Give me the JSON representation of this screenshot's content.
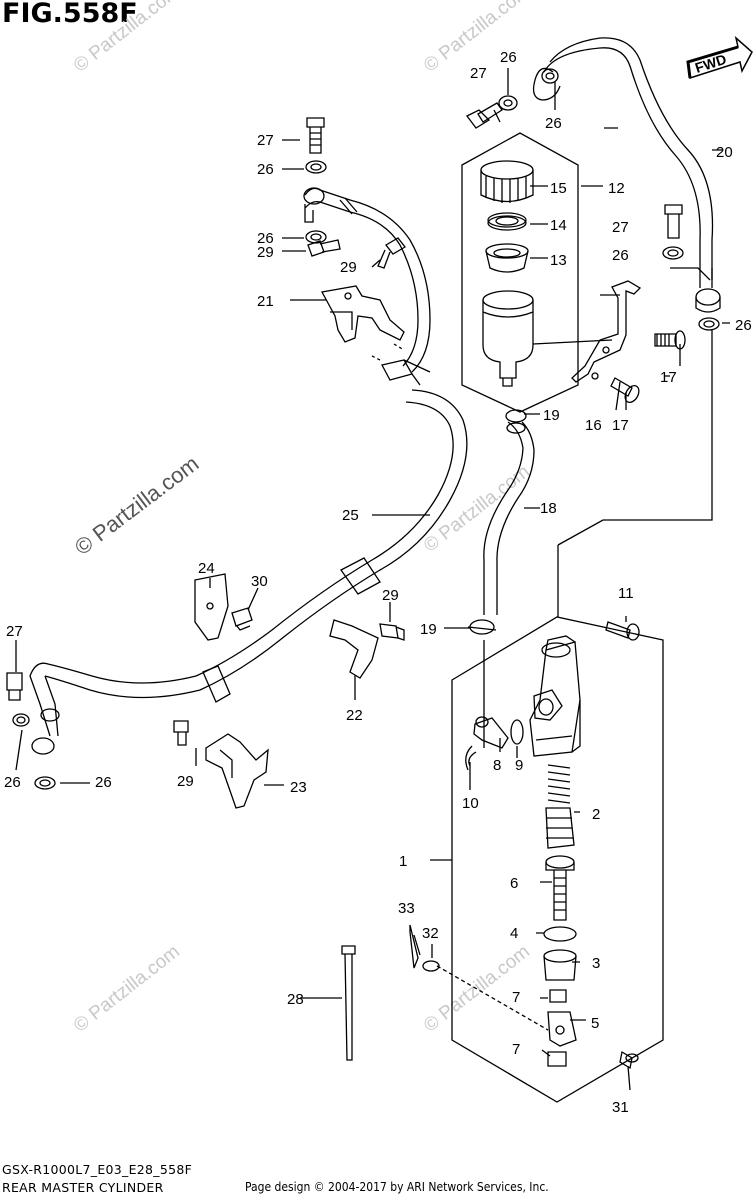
{
  "figure": {
    "title": "FIG.558F"
  },
  "watermark": {
    "text": "© Partzilla.com"
  },
  "direction_label": "FWD",
  "footer": {
    "model_code": "GSX-R1000L7_E03_E28_558F",
    "assembly_name": "REAR MASTER CYLINDER",
    "copyright": "Page design © 2004-2017 by ARI Network Services, Inc."
  },
  "callouts": {
    "c1": "1",
    "c2": "2",
    "c3": "3",
    "c4": "4",
    "c5": "5",
    "c6": "6",
    "c7a": "7",
    "c7b": "7",
    "c8": "8",
    "c9": "9",
    "c10": "10",
    "c11": "11",
    "c12": "12",
    "c13": "13",
    "c14": "14",
    "c15": "15",
    "c16": "16",
    "c17a": "17",
    "c17b": "17",
    "c18": "18",
    "c19a": "19",
    "c19b": "19",
    "c20": "20",
    "c21": "21",
    "c22": "22",
    "c23": "23",
    "c24": "24",
    "c25": "25",
    "c26a": "26",
    "c26b": "26",
    "c26c": "26",
    "c26d": "26",
    "c26e": "26",
    "c26f": "26",
    "c26g": "26",
    "c26h": "26",
    "c27a": "27",
    "c27b": "27",
    "c27c": "27",
    "c27d": "27",
    "c28": "28",
    "c29a": "29",
    "c29b": "29",
    "c29c": "29",
    "c29d": "29",
    "c30": "30",
    "c31": "31",
    "c32": "32",
    "c33": "33"
  }
}
